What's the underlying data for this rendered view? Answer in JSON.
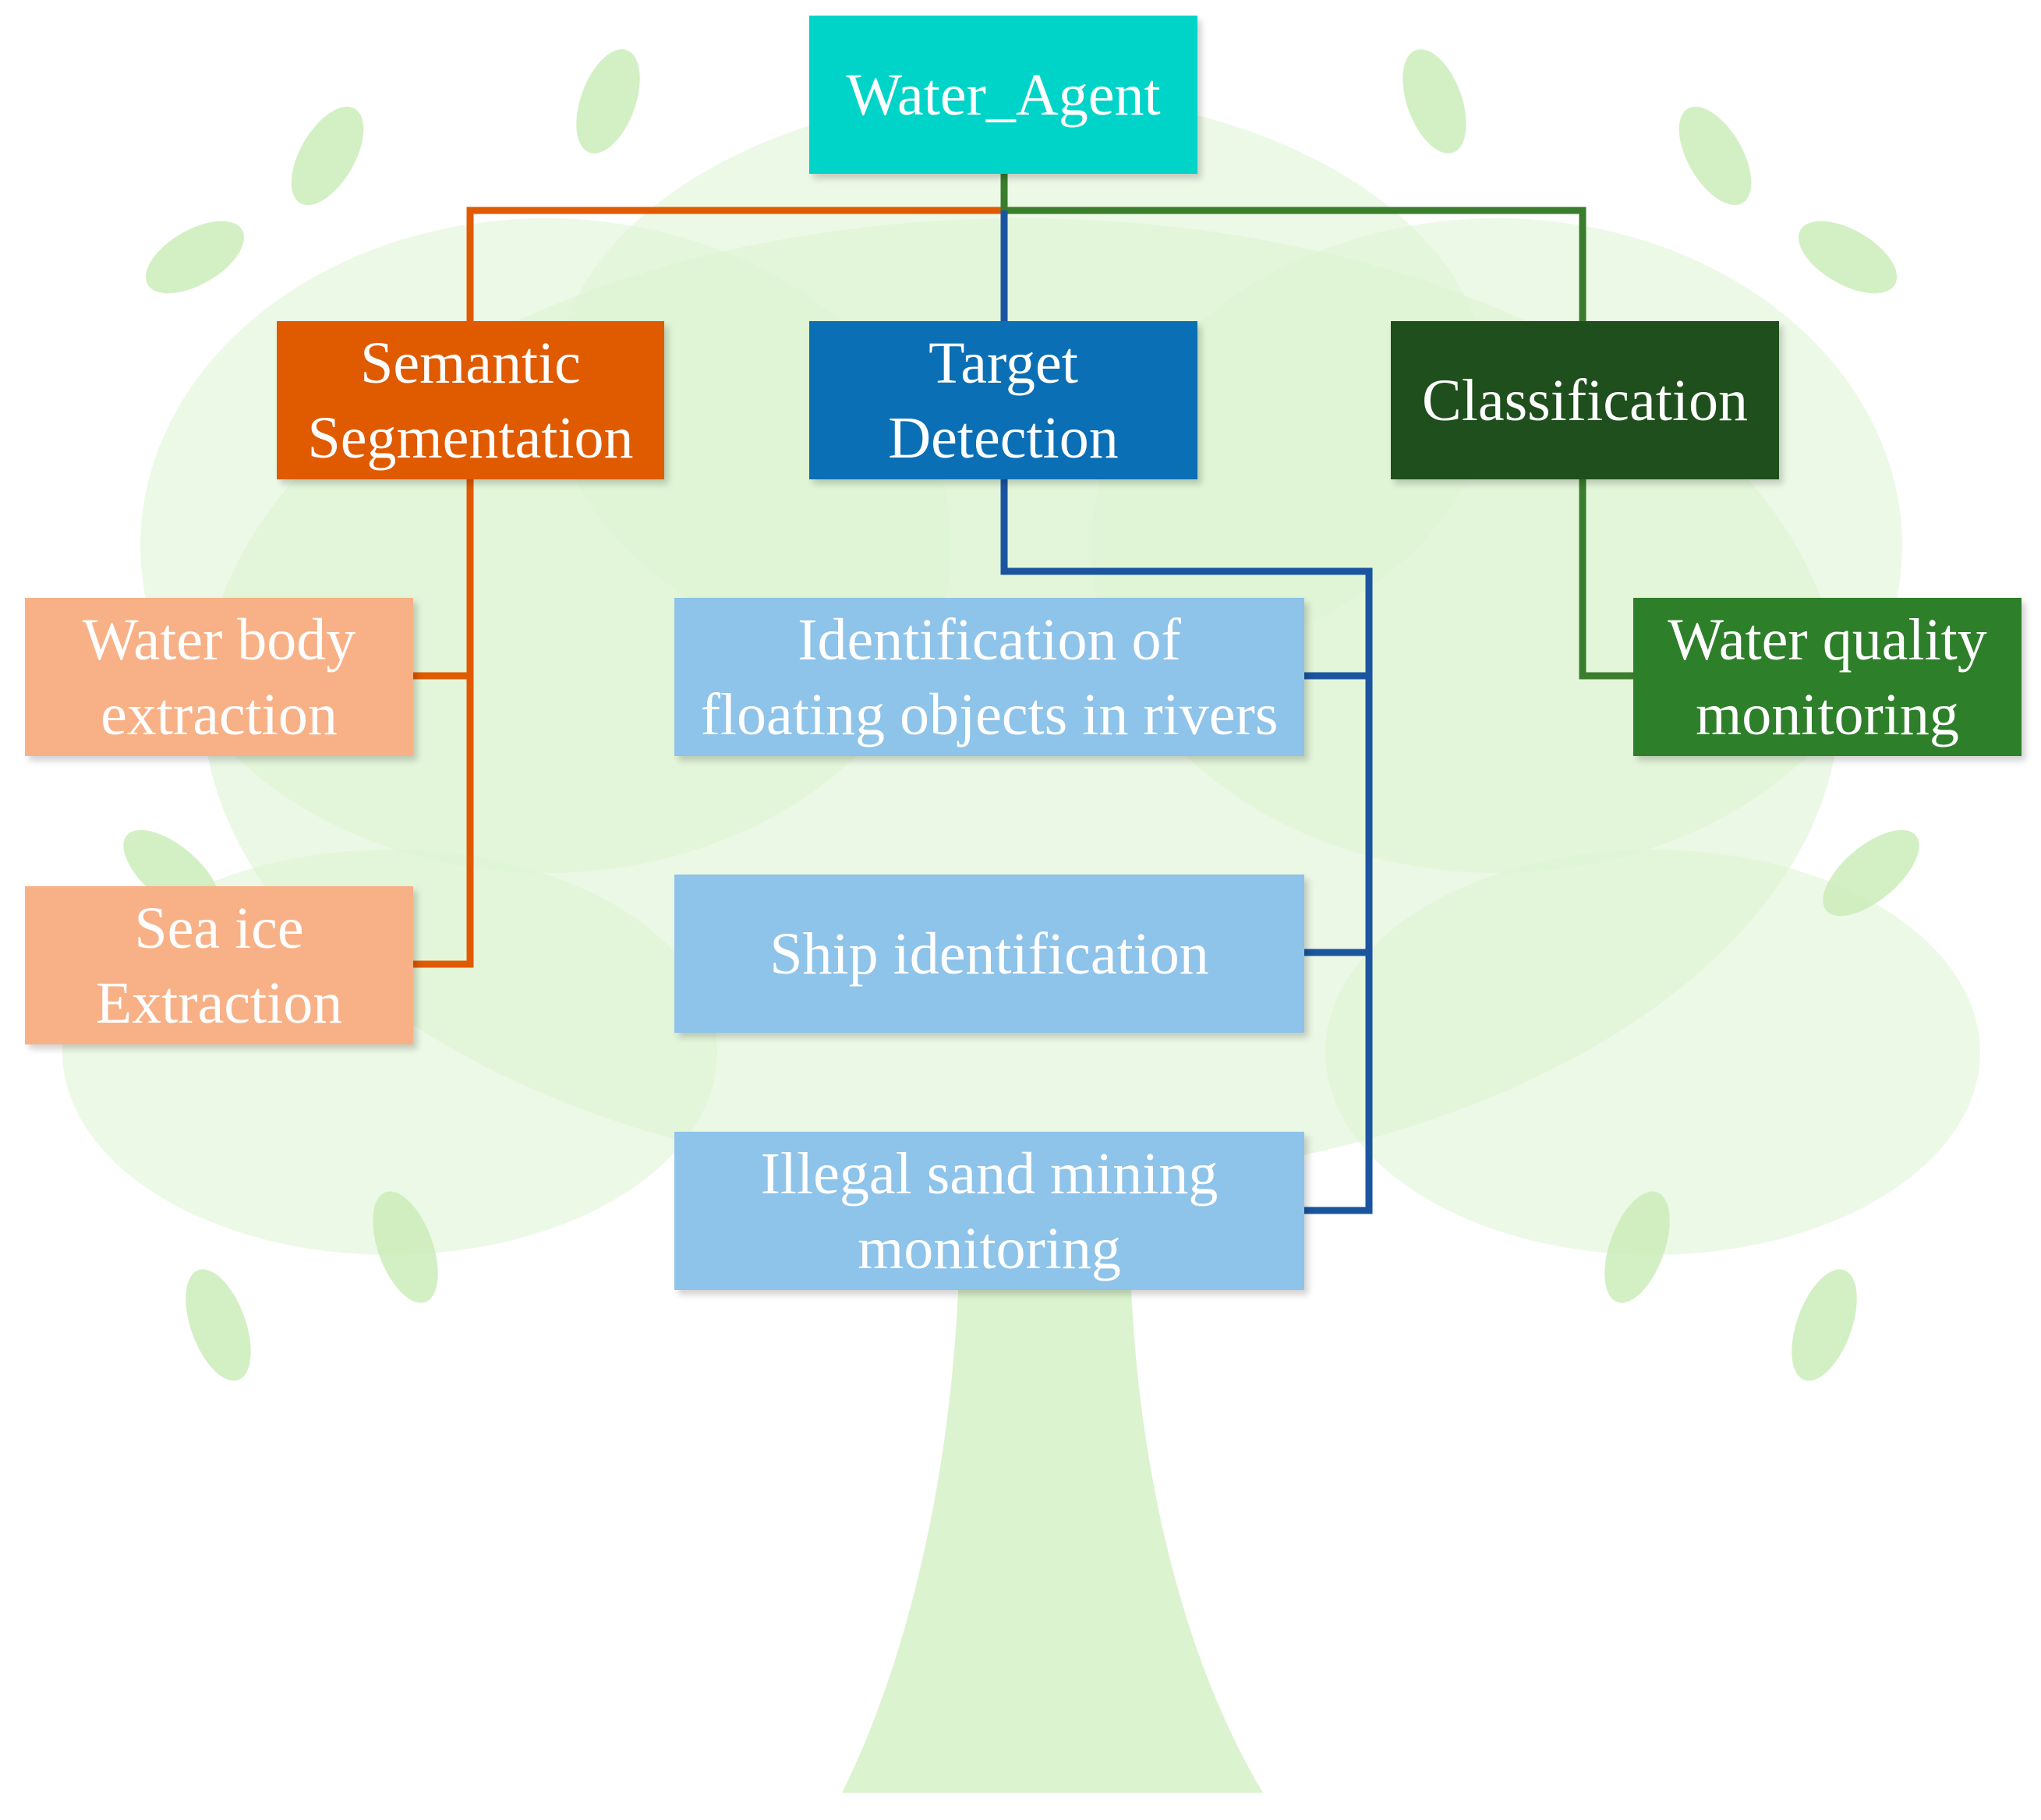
{
  "root": {
    "label": "Water_Agent"
  },
  "categories": [
    {
      "label": "Semantic\nSegmentation",
      "children": [
        "Water body\nextraction",
        "Sea ice\nExtraction"
      ]
    },
    {
      "label": "Target\nDetection",
      "children": [
        "Identification of\nfloating objects in rivers",
        "Ship identification",
        "Illegal sand mining\nmonitoring"
      ]
    },
    {
      "label": "Classification",
      "children": [
        "Water quality\nmonitoring"
      ]
    }
  ],
  "colors": {
    "root": "#00d4c8",
    "semantic_segmentation": "#e05a00",
    "semantic_segmentation_leaf": "#f8b187",
    "target_detection": "#0b6fb5",
    "target_detection_leaf": "#8ec3ea",
    "classification": "#1f4f1c",
    "classification_leaf": "#2e7f2a",
    "tree_background": "#cdeebc"
  }
}
